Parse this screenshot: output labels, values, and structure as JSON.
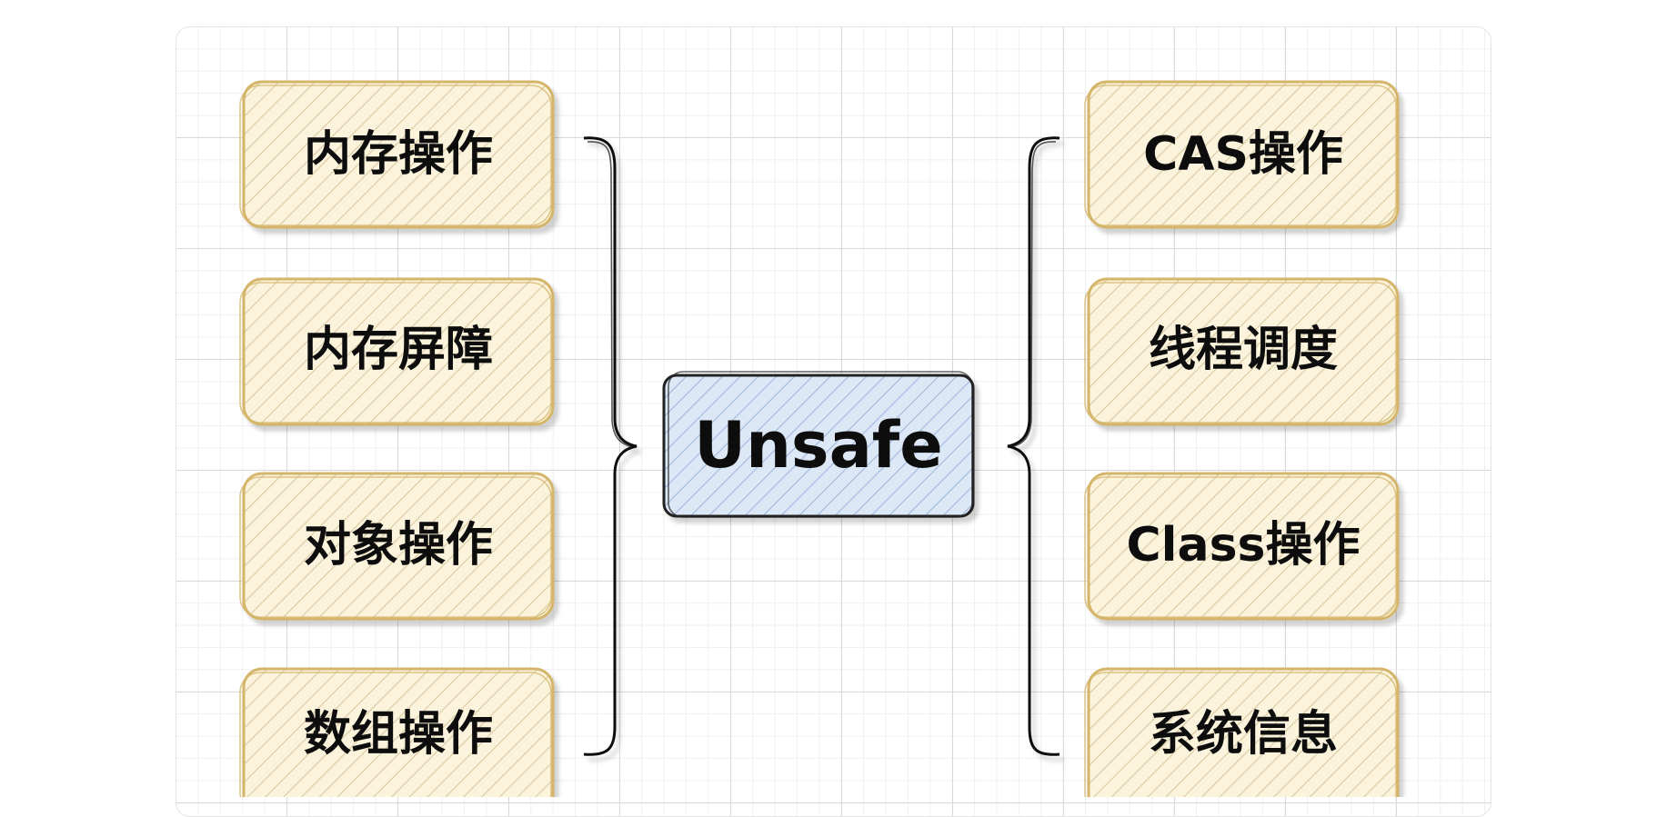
{
  "center": {
    "label": "Unsafe",
    "fill": "#dde8f7",
    "stroke": "#222222"
  },
  "left_items": [
    {
      "id": "memory-ops",
      "label": "内存操作"
    },
    {
      "id": "memory-barrier",
      "label": "内存屏障"
    },
    {
      "id": "object-ops",
      "label": "对象操作"
    },
    {
      "id": "array-ops",
      "label": "数组操作"
    }
  ],
  "right_items": [
    {
      "id": "cas-ops",
      "label": "CAS操作"
    },
    {
      "id": "thread-scheduling",
      "label": "线程调度"
    },
    {
      "id": "class-ops",
      "label": "Class操作"
    },
    {
      "id": "system-info",
      "label": "系统信息"
    }
  ],
  "colors": {
    "item_fill": "#fbf3dc",
    "item_stroke": "#d4b56a",
    "hatch": "#d9c9a0",
    "center_hatch": "#9fb7dc",
    "connector": "#111111"
  }
}
